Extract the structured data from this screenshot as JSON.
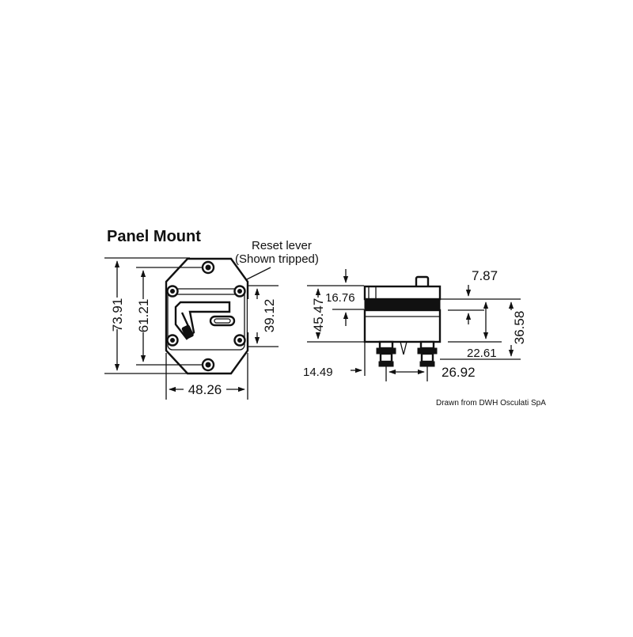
{
  "title": "Panel Mount",
  "callout": {
    "line1": "Reset lever",
    "line2": "(Shown tripped)"
  },
  "front_view": {
    "overall_height": "73.91",
    "hole_spacing_height": "61.21",
    "body_height": "39.12",
    "width": "48.26"
  },
  "side_view": {
    "top_offset": "16.76",
    "lever_height": "7.87",
    "body_height": "45.47",
    "overall_height": "36.58",
    "terminal_height": "22.61",
    "terminal_offset": "14.49",
    "terminal_spacing": "26.92"
  },
  "credit": "Drawn from DWH Osculati SpA"
}
